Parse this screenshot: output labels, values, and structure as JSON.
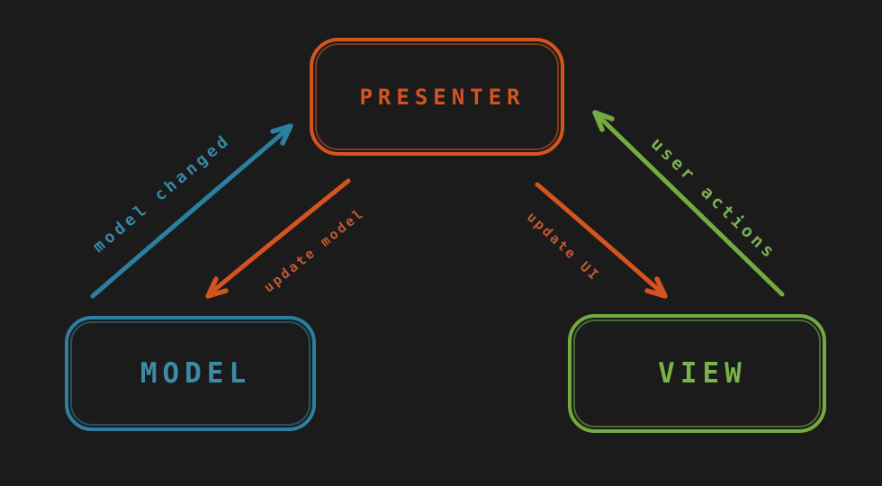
{
  "diagram": {
    "background_color": "#1b1b1b",
    "nodes": [
      {
        "id": "presenter",
        "label": "PRESENTER",
        "color": "#d4541f",
        "position": "top-center"
      },
      {
        "id": "model",
        "label": "MODEL",
        "color": "#2c7f9e",
        "position": "bottom-left"
      },
      {
        "id": "view",
        "label": "VIEW",
        "color": "#73ab40",
        "position": "bottom-right"
      }
    ],
    "edges": [
      {
        "id": "model-changed",
        "label": "model changed",
        "from": "model",
        "to": "presenter",
        "color": "#2c7f9e"
      },
      {
        "id": "update-model",
        "label": "update model",
        "from": "presenter",
        "to": "model",
        "color": "#d4541f"
      },
      {
        "id": "update-ui",
        "label": "update UI",
        "from": "presenter",
        "to": "view",
        "color": "#d4541f"
      },
      {
        "id": "user-actions",
        "label": "user actions",
        "from": "view",
        "to": "presenter",
        "color": "#73ab40"
      }
    ]
  }
}
